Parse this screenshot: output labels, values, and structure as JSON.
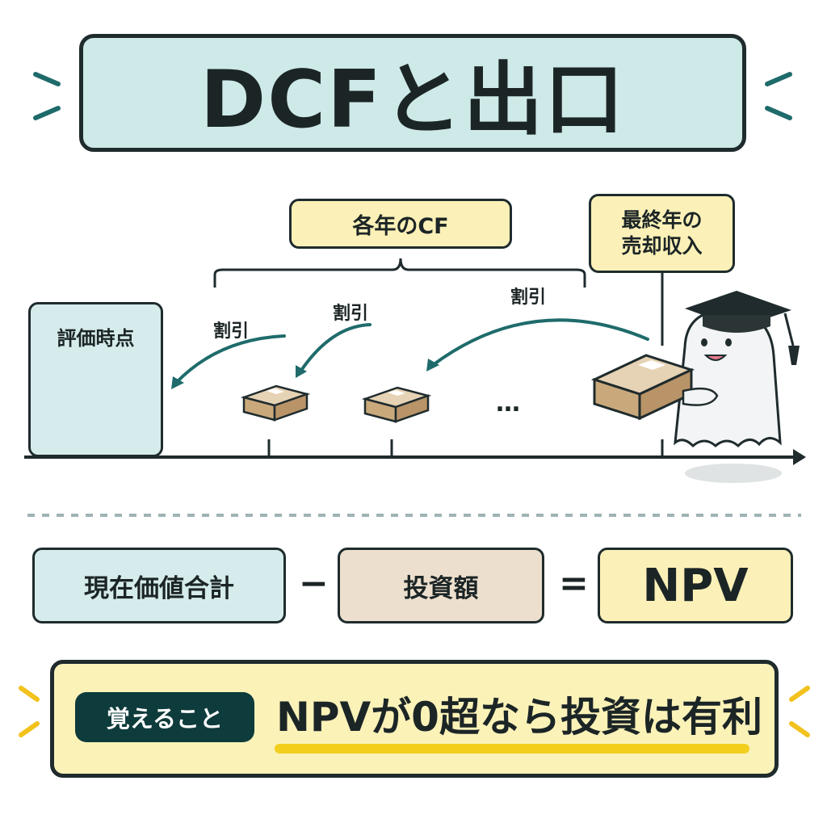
{
  "title": "DCFと出口",
  "timeline": {
    "cf_label": "各年のCF",
    "sale_label_line1": "最終年の",
    "sale_label_line2": "売却収入",
    "eval_label": "評価時点",
    "discount_label": "割引",
    "ellipsis": "…"
  },
  "equation": {
    "term1": "現在価値合計",
    "op1": "−",
    "term2": "投資額",
    "op2": "=",
    "result": "NPV"
  },
  "takeaway": {
    "badge": "覚えること",
    "text": "NPVが0超なら投資は有利"
  },
  "colors": {
    "title_bg": "#cde9e8",
    "yellow_box": "#fbf1b8",
    "teal_box": "#d6ecec",
    "beige_box": "#ecdfcd",
    "arrow": "#1f6b6b",
    "badge_bg": "#0e3b3b",
    "accent_underline": "#f2cf1d"
  },
  "icons": [
    "building-icon",
    "money-bundle-icon",
    "ghost-graduate-icon",
    "graduation-cap-icon"
  ]
}
